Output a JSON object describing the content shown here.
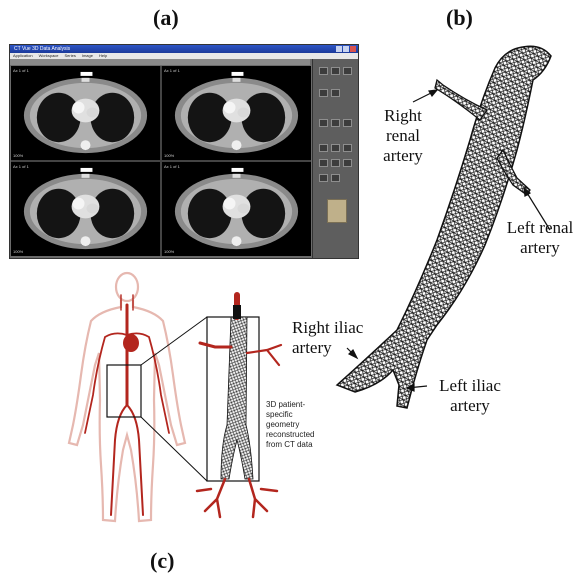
{
  "panels": {
    "a": {
      "label": "(a)"
    },
    "b": {
      "label": "(b)"
    },
    "c": {
      "label": "(c)"
    }
  },
  "viewer": {
    "title": "CT Vue 3D Data Analysis",
    "menu": [
      "Application",
      "Workspace",
      "Series",
      "Image",
      "Help"
    ],
    "cells": [
      {
        "info_tl": "Ax 1 of 1",
        "info_bl": "100%"
      },
      {
        "info_tl": "Ax 1 of 1",
        "info_bl": "100%"
      },
      {
        "info_tl": "Ax 1 of 1",
        "info_bl": "100%"
      },
      {
        "info_tl": "Ax 1 of 1",
        "info_bl": "100%"
      }
    ]
  },
  "aorta_labels": {
    "right_renal": "Right\nrenal\nartery",
    "left_renal": "Left renal\nartery",
    "right_iliac": "Right iliac\nartery",
    "left_iliac": "Left iliac\nartery"
  },
  "callout": {
    "text": "3D patient-specific geometry reconstructed from CT data"
  },
  "colors": {
    "vessel_red": "#b3261e",
    "mesh_black": "#111111",
    "body_outline": "#e6b8b0"
  }
}
